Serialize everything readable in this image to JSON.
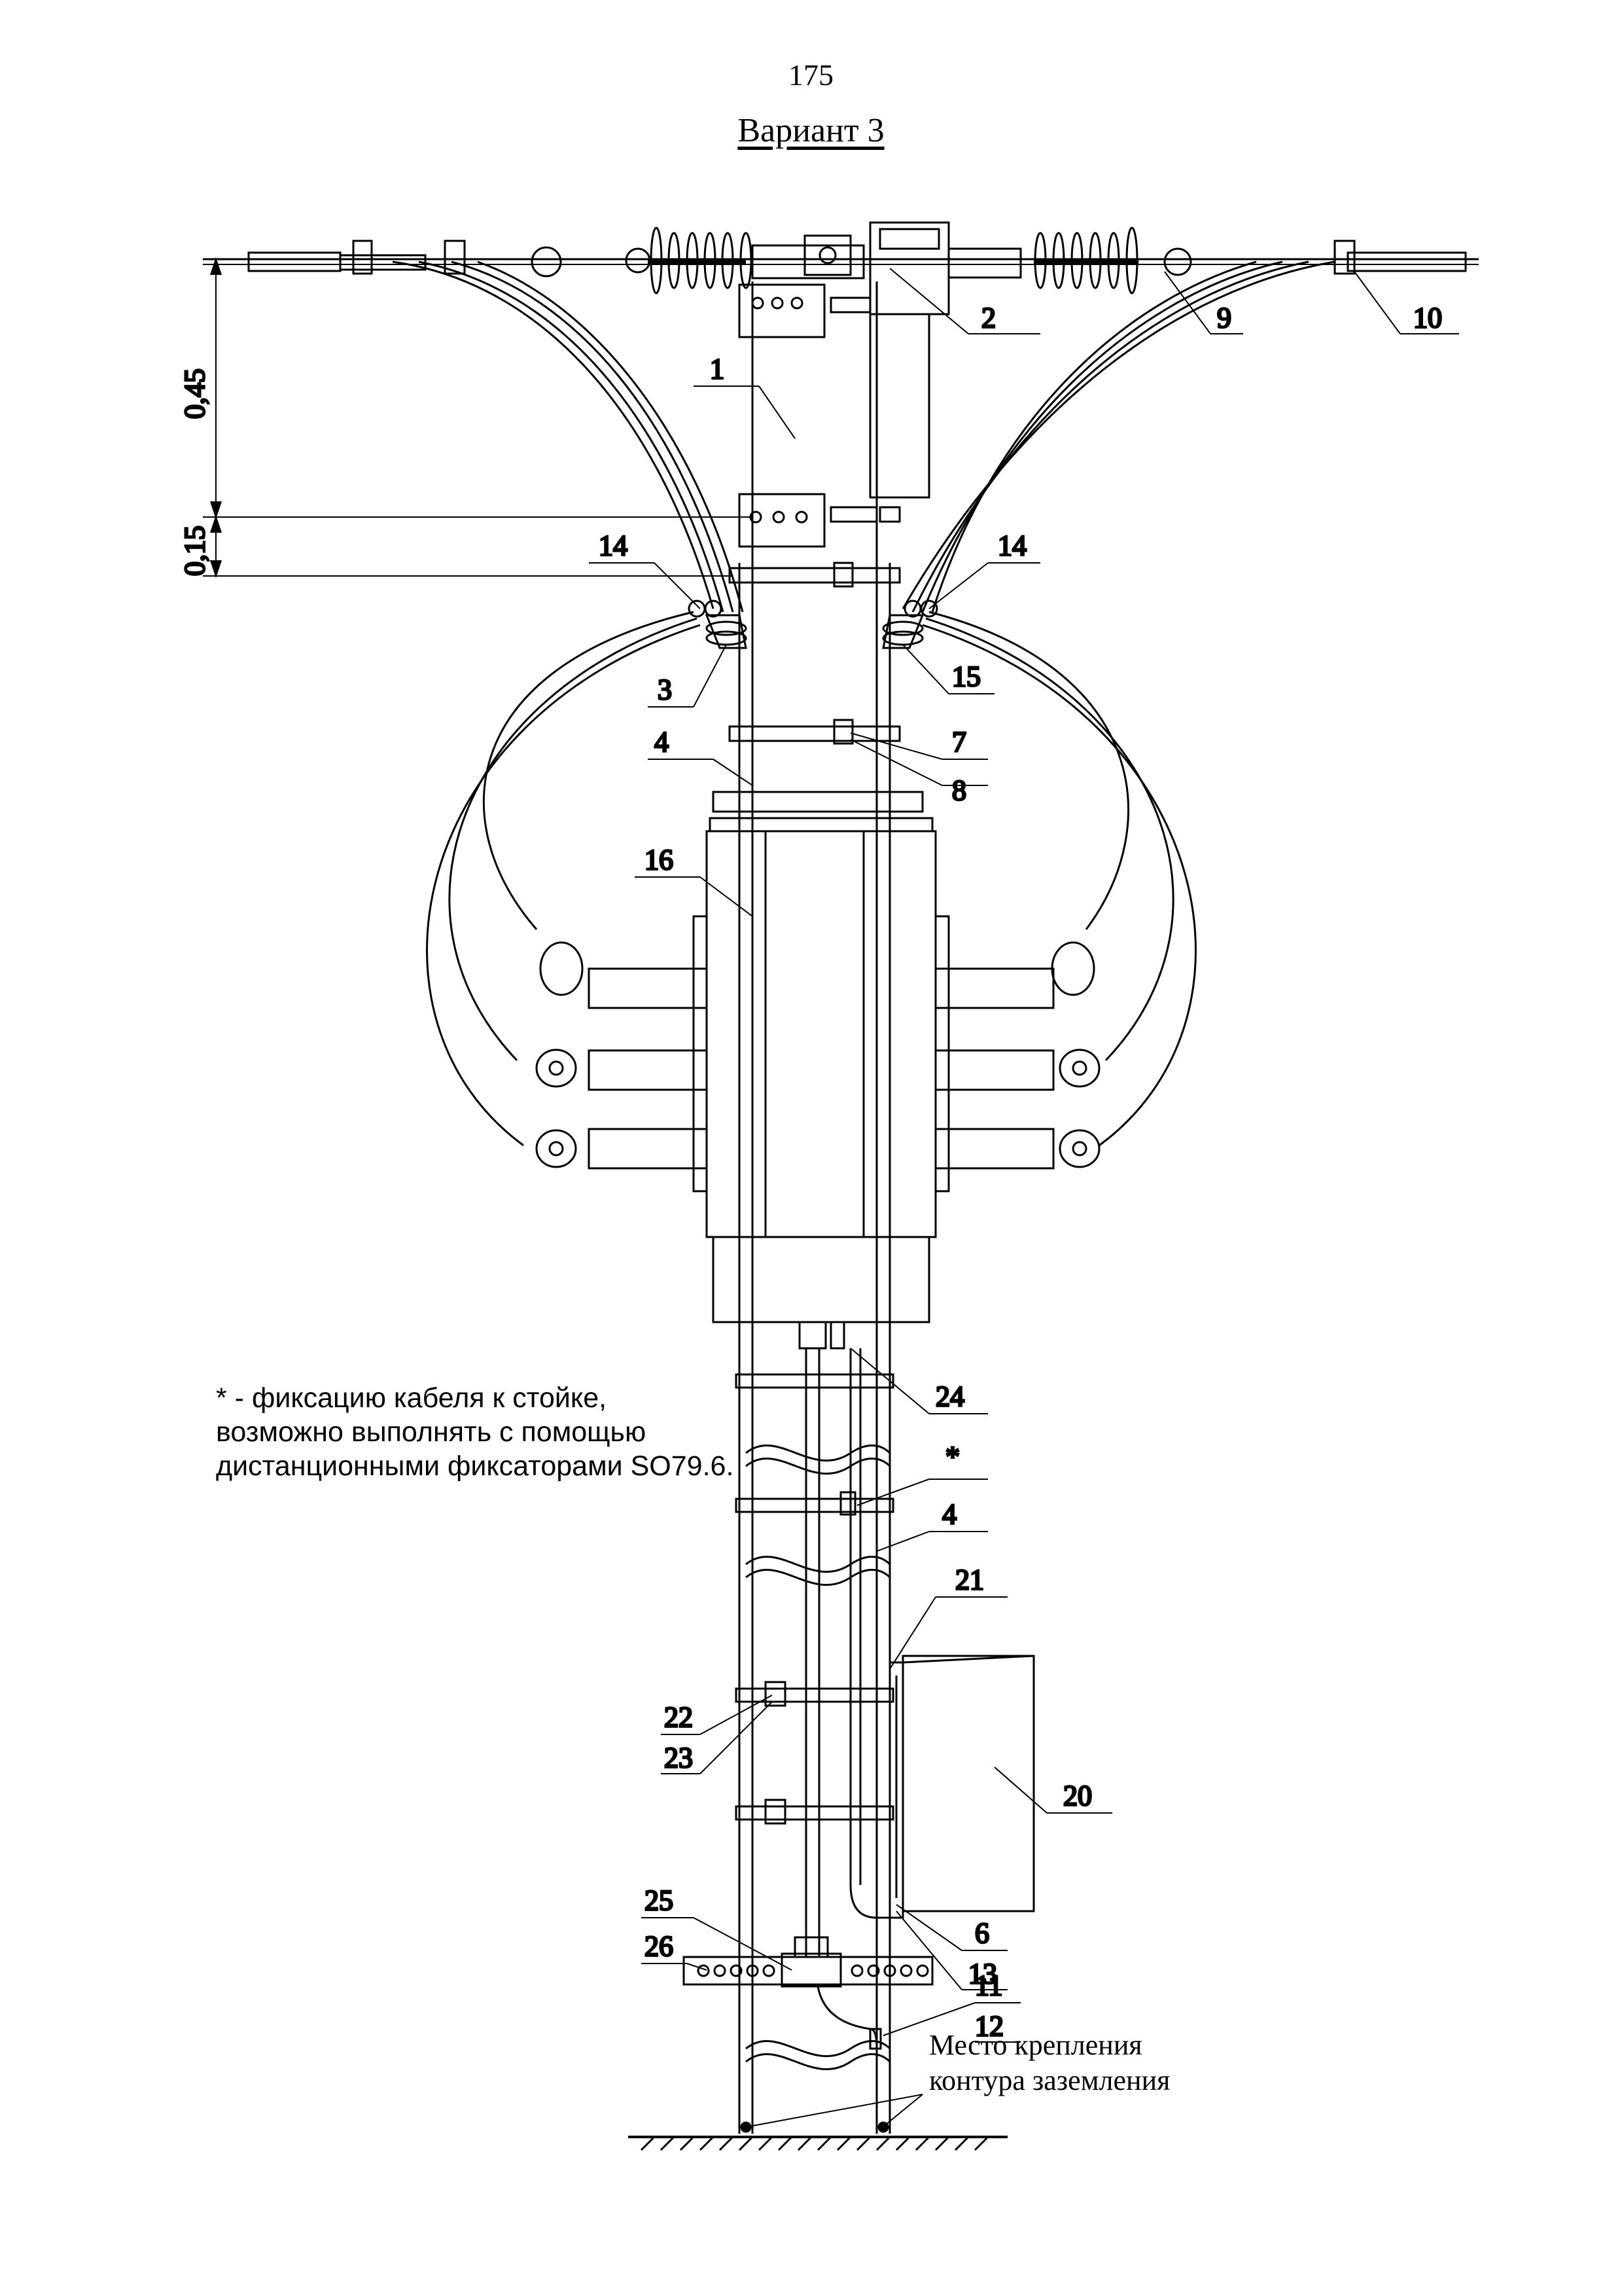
{
  "page": {
    "number": "175",
    "title": "Вариант 3"
  },
  "dimensions": {
    "upper": "0,45",
    "lower": "0,15"
  },
  "note": {
    "line1": "* - фиксацию кабеля к стойке,",
    "line2": "возможно выполнять с помощью",
    "line3": "дистанционными фиксаторами SO79.6."
  },
  "ground_label": {
    "line1": "Место крепления",
    "line2": "контура заземления"
  },
  "callouts": {
    "c1": "1",
    "c2": "2",
    "c3": "3",
    "c4a": "4",
    "c4b": "4",
    "c6": "6",
    "c7": "7",
    "c8": "8",
    "c9": "9",
    "c10": "10",
    "c11": "11",
    "c12": "12",
    "c13": "13",
    "c14l": "14",
    "c14r": "14",
    "c15": "15",
    "c16": "16",
    "c20": "20",
    "c21": "21",
    "c22": "22",
    "c23": "23",
    "c24": "24",
    "c25": "25",
    "c26": "26",
    "cstar": "*"
  }
}
